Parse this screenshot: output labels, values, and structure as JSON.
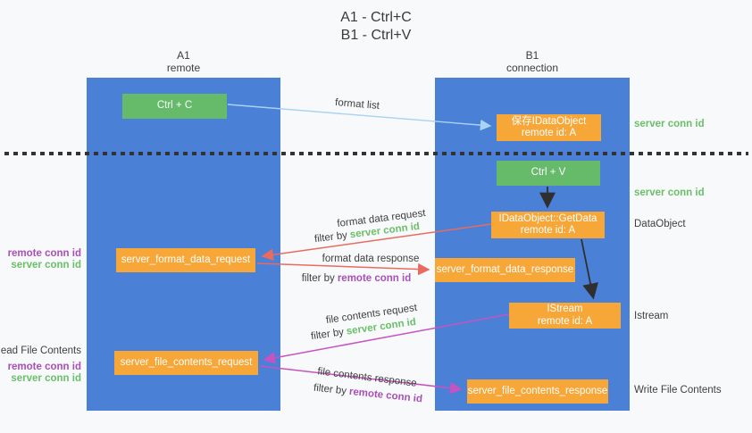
{
  "title": {
    "line1": "A1 - Ctrl+C",
    "line2": "B1 - Ctrl+V"
  },
  "lanes": {
    "a1": {
      "name": "A1",
      "subtitle": "remote"
    },
    "b1": {
      "name": "B1",
      "subtitle": "connection"
    }
  },
  "nodes": {
    "ctrl_c": {
      "label": "Ctrl + C"
    },
    "save_dataobject": {
      "line1": "保存IDataObject",
      "line2": "remote id: A"
    },
    "ctrl_v": {
      "label": "Ctrl + V"
    },
    "getdata": {
      "line1": "IDataObject::GetData",
      "line2": "remote id: A"
    },
    "format_data_request": {
      "label": "server_format_data_request"
    },
    "format_data_response": {
      "label": "server_format_data_response"
    },
    "istream": {
      "line1": "IStream",
      "line2": "remote id: A"
    },
    "file_contents_request": {
      "label": "server_file_contents_request"
    },
    "file_contents_response": {
      "label": "server_file_contents_response"
    }
  },
  "arrow_labels": {
    "format_list": "format list",
    "format_data_request": "format data request",
    "format_data_response": "format data response",
    "file_contents_request": "file contents request",
    "file_contents_response": "file contents response",
    "filter_by": "filter by",
    "server_conn_id": "server conn id",
    "remote_conn_id": "remote conn id"
  },
  "side_labels": {
    "left": [
      {
        "text": "remote conn id",
        "color": "purple"
      },
      {
        "text": "server conn id",
        "color": "green"
      },
      {
        "text": "Read File Contents",
        "color": "dark"
      },
      {
        "text": "remote conn id",
        "color": "purple"
      },
      {
        "text": "server conn id",
        "color": "green"
      }
    ],
    "right": [
      {
        "text": "server conn id",
        "color": "green"
      },
      {
        "text": "server conn id",
        "color": "green"
      },
      {
        "text": "DataObject",
        "color": "dark"
      },
      {
        "text": "Istream",
        "color": "dark"
      },
      {
        "text": "Write File Contents",
        "color": "dark"
      }
    ]
  },
  "colors": {
    "lane_blue": "#4a80d6",
    "box_green": "#66bb6a",
    "box_orange": "#f7a638",
    "arrow_light_blue": "#a8d3f2",
    "arrow_red": "#e96b60",
    "arrow_magenta": "#c653c1",
    "arrow_black": "#2f2f2f",
    "label_green": "#6abf69",
    "label_purple": "#a94fb8",
    "text_dark": "#3f3f3f"
  }
}
